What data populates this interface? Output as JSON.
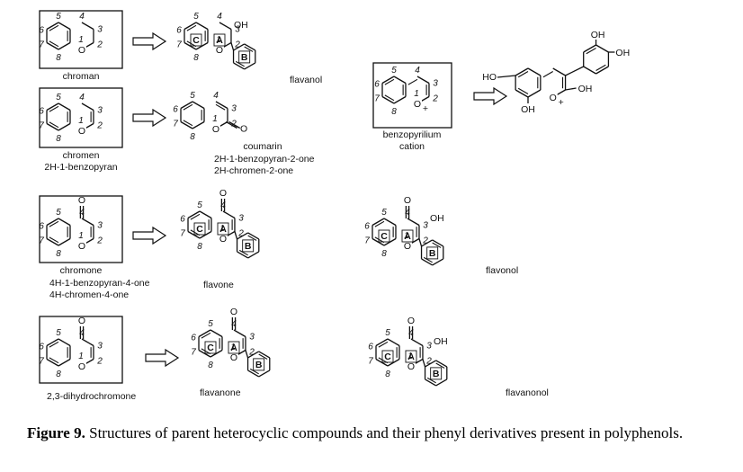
{
  "structures": {
    "chroman": "chroman",
    "chromen": "chromen",
    "chromen_sub": "2H-1-benzopyran",
    "chromone": "chromone",
    "chromone_sub1": "4H-1-benzopyran-4-one",
    "chromone_sub2": "4H-chromen-4-one",
    "dihydrochromone": "2,3-dihydrochromone",
    "flavanol": "flavanol",
    "coumarin": "coumarin",
    "coumarin_sub1": "2H-1-benzopyran-2-one",
    "coumarin_sub2": "2H-chromen-2-one",
    "benzopyrilium_line1": "benzopyrilium",
    "benzopyrilium_line2": "cation",
    "flavone": "flavone",
    "flavonol": "flavonol",
    "flavanone": "flavanone",
    "flavanonol": "flavanonol"
  },
  "atoms": {
    "O": "O",
    "OH": "OH",
    "HO": "HO",
    "plus": "+"
  },
  "ring_labels": {
    "A": "A",
    "B": "B",
    "C": "C"
  },
  "caption": {
    "label": "Figure 9.",
    "text": " Structures of parent heterocyclic compounds and their phenyl derivatives present in polyphenols."
  }
}
